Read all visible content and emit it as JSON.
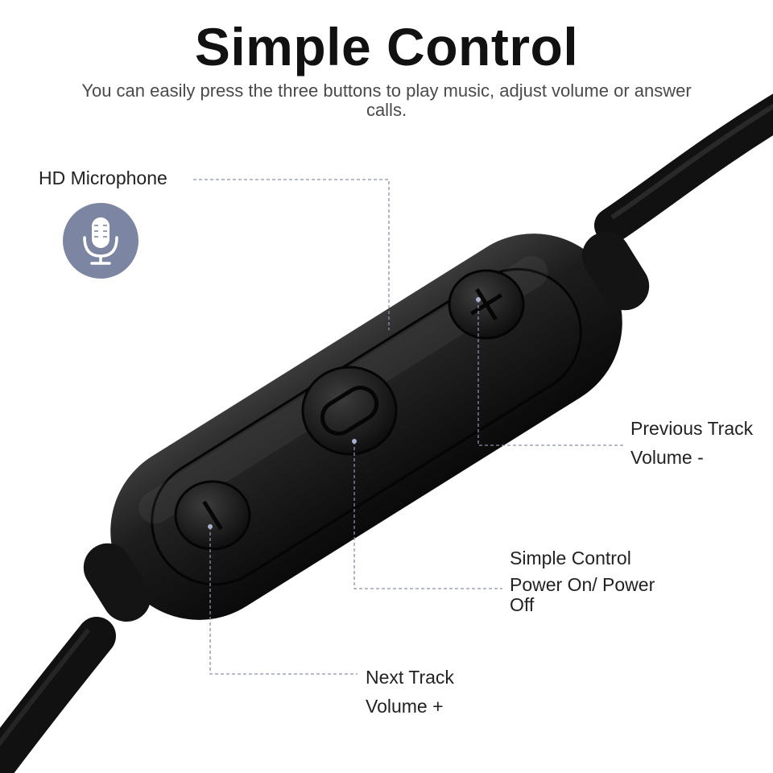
{
  "header": {
    "title": "Simple Control",
    "subtitle": "You can easily press the three buttons to play music, adjust volume or answer calls."
  },
  "callouts": {
    "microphone": {
      "label": "HD Microphone",
      "icon": "microphone-icon"
    },
    "plus_button": {
      "line1": "Previous Track",
      "line2": "Volume -"
    },
    "center_button": {
      "line1": "Simple Control",
      "line2": "Power On/ Power Off"
    },
    "minus_button": {
      "line1": "Next Track",
      "line2": "Volume +"
    }
  },
  "colors": {
    "mic_badge": "#7c86a3",
    "guide_line": "#8a90a8",
    "remote_body": "#151515"
  }
}
